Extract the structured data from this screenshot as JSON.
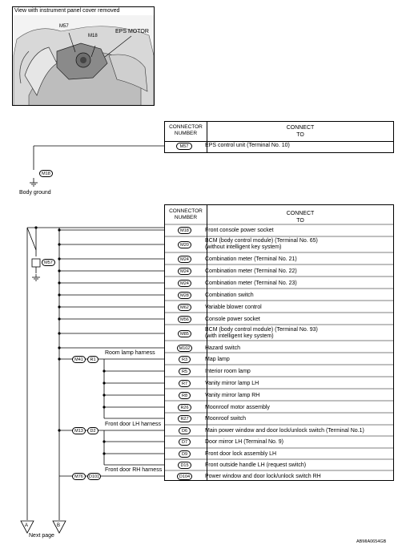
{
  "photo": {
    "caption": "View with instrument panel cover removed",
    "callouts": [
      "M57",
      "M18",
      "EPS MOTOR"
    ]
  },
  "table1": {
    "header_connector": "CONNECTOR\nNUMBER",
    "header_connect": "CONNECT\nTO",
    "rows": [
      {
        "connector": "M57",
        "text": "EPS control unit (Terminal No. 10)"
      }
    ]
  },
  "ground1": {
    "connector": "M18",
    "label": "Body ground"
  },
  "table2": {
    "header_connector": "CONNECTOR\nNUMBER",
    "header_connect": "CONNECT\nTO",
    "rows": [
      {
        "connector": "M18",
        "text": "Front console power socket"
      },
      {
        "connector": "M20",
        "text": "BCM (body control module) (Terminal No. 65)\n(without intelligent key system)"
      },
      {
        "connector": "M24",
        "text": "Combination meter (Terminal No. 21)"
      },
      {
        "connector": "M24",
        "text": "Combination meter (Terminal No. 22)"
      },
      {
        "connector": "M24",
        "text": "Combination meter (Terminal No. 23)"
      },
      {
        "connector": "M28",
        "text": "Combination switch"
      },
      {
        "connector": "M62",
        "text": "Variable blower control"
      },
      {
        "connector": "M56",
        "text": "Console power socket"
      },
      {
        "connector": "M85",
        "text": "BCM (body control module) (Terminal No. 93)\n(with intelligent key system)"
      },
      {
        "connector": "M102",
        "text": "Hazard switch"
      },
      {
        "connector": "R3",
        "text": "Map lamp"
      },
      {
        "connector": "R5",
        "text": "Interior room lamp"
      },
      {
        "connector": "R7",
        "text": "Vanity mirror lamp LH"
      },
      {
        "connector": "R8",
        "text": "Vanity mirror lamp RH"
      },
      {
        "connector": "R26",
        "text": "Moonroof motor assembly"
      },
      {
        "connector": "R27",
        "text": "Moonroof switch"
      },
      {
        "connector": "D6",
        "text": "Main power window and door lock/unlock switch (Terminal No.1)"
      },
      {
        "connector": "D7",
        "text": "Door mirror LH (Terminal No. 9)"
      },
      {
        "connector": "D9",
        "text": "Front door lock assembly LH"
      },
      {
        "connector": "D15",
        "text": "Front outside handle LH (request switch)"
      },
      {
        "connector": "D104",
        "text": "Power window and door lock/unlock switch RH"
      }
    ]
  },
  "ground2": {
    "connector": "M57"
  },
  "harnesses": [
    {
      "label": "Room lamp harness",
      "connectors": [
        "M41",
        "R1"
      ]
    },
    {
      "label": "Front door LH harness",
      "connectors": [
        "M13",
        "D2"
      ]
    },
    {
      "label": "Front door RH harness",
      "connectors": [
        "M76",
        "D101"
      ]
    }
  ],
  "flags": {
    "left": "A",
    "right": "B"
  },
  "next_page": "Next page",
  "figure_code": "ABMIA0654GB"
}
